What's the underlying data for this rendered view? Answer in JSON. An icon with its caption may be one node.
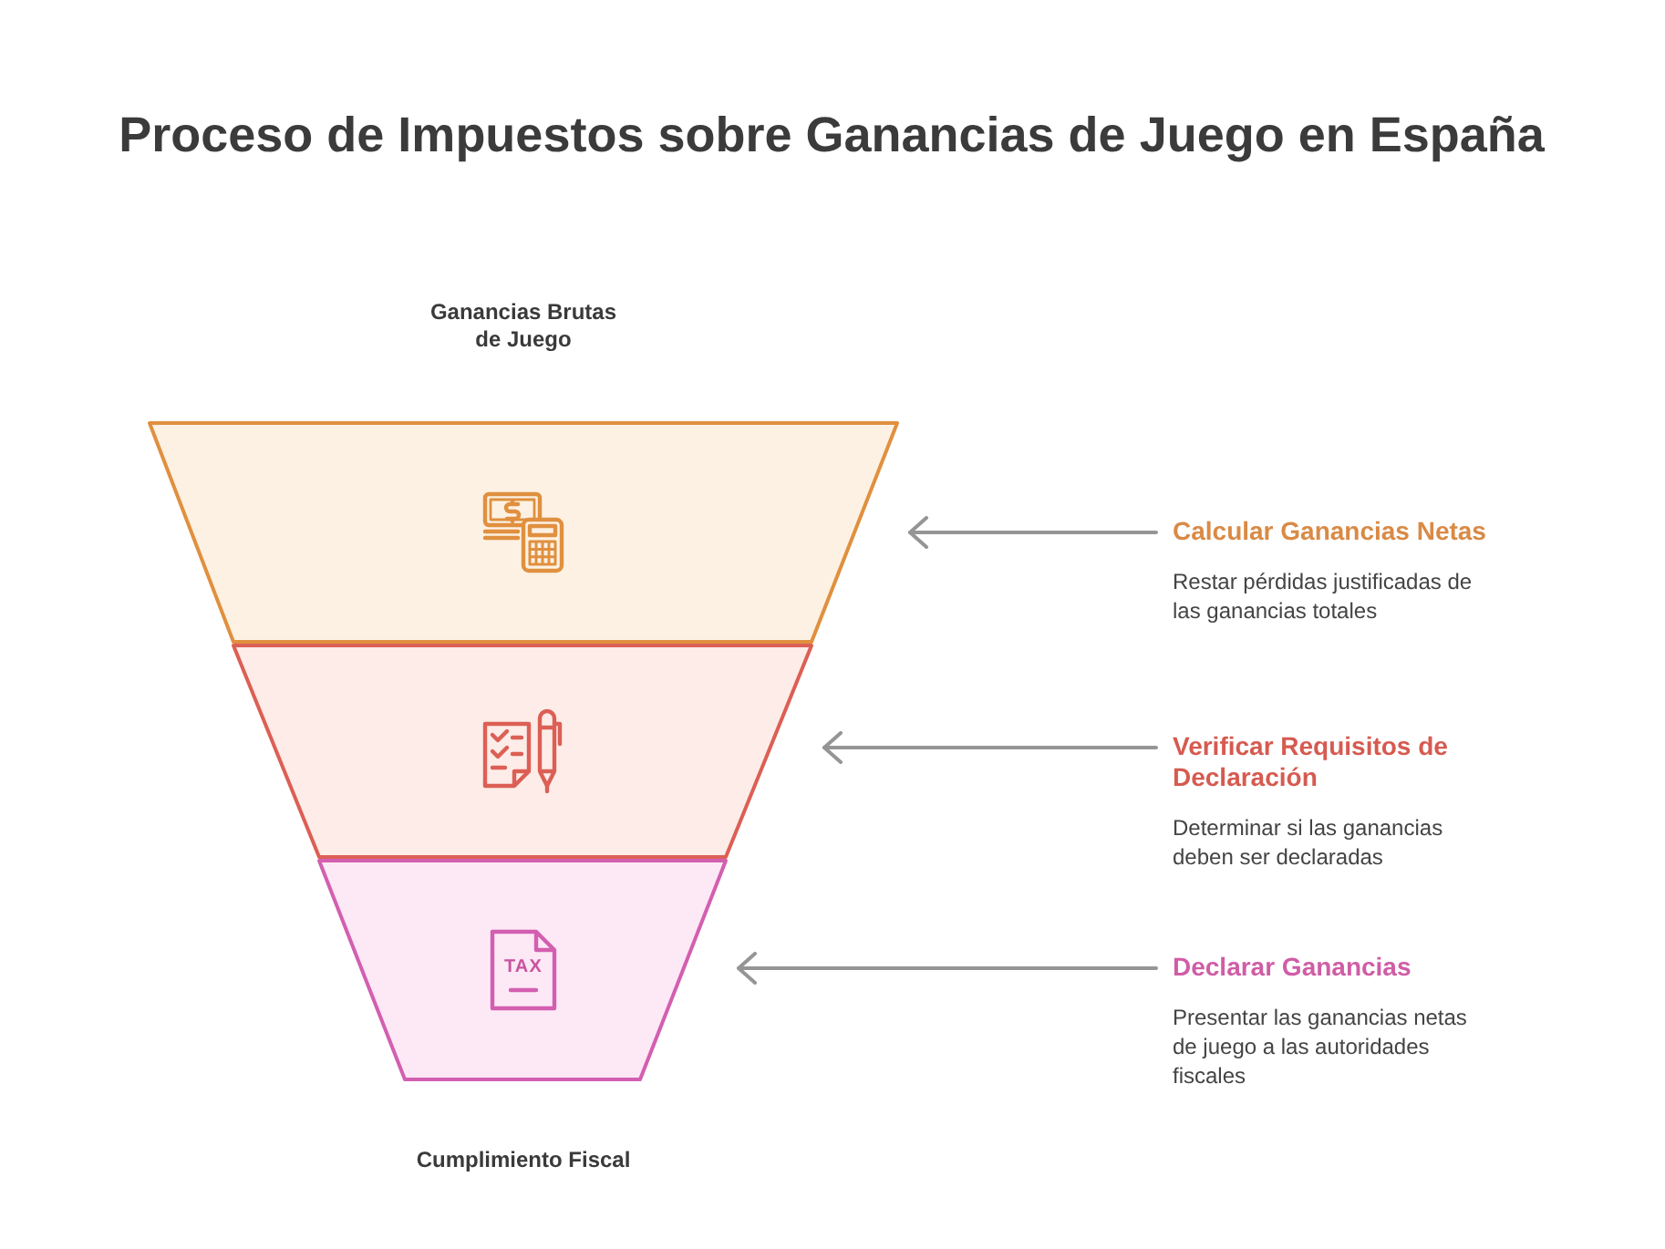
{
  "diagram": {
    "title": "Proceso de Impuestos sobre Ganancias de Juego en España",
    "nodes": [
      {
        "text": [],
        "shape": "trapezoid"
      },
      {
        "text": [
          "Calcular Ganancias Netas",
          "Restar pérdidas justificadas de las ganancias totales"
        ]
      },
      {
        "text": [],
        "shape": "trapezoid"
      },
      {
        "text": [
          "Verificar Requisitos de Declaración",
          "Determinar si las ganancias deben ser declaradas"
        ]
      },
      {
        "text": [],
        "shape": "trapezoid"
      },
      {
        "text": [
          "Declarar Ganancias",
          "Presentar las ganancias netas de juego a las autoridades fiscales"
        ]
      }
    ],
    "edges": [
      {
        "from": 1,
        "to": 0,
        "arrow": "to"
      },
      {
        "from": 3,
        "to": 2,
        "arrow": "to"
      },
      {
        "from": 5,
        "to": 4,
        "arrow": "to"
      }
    ],
    "labels": [
      "Ganancias Brutas de Juego",
      "TAX",
      "Cumplimiento Fiscal"
    ]
  }
}
